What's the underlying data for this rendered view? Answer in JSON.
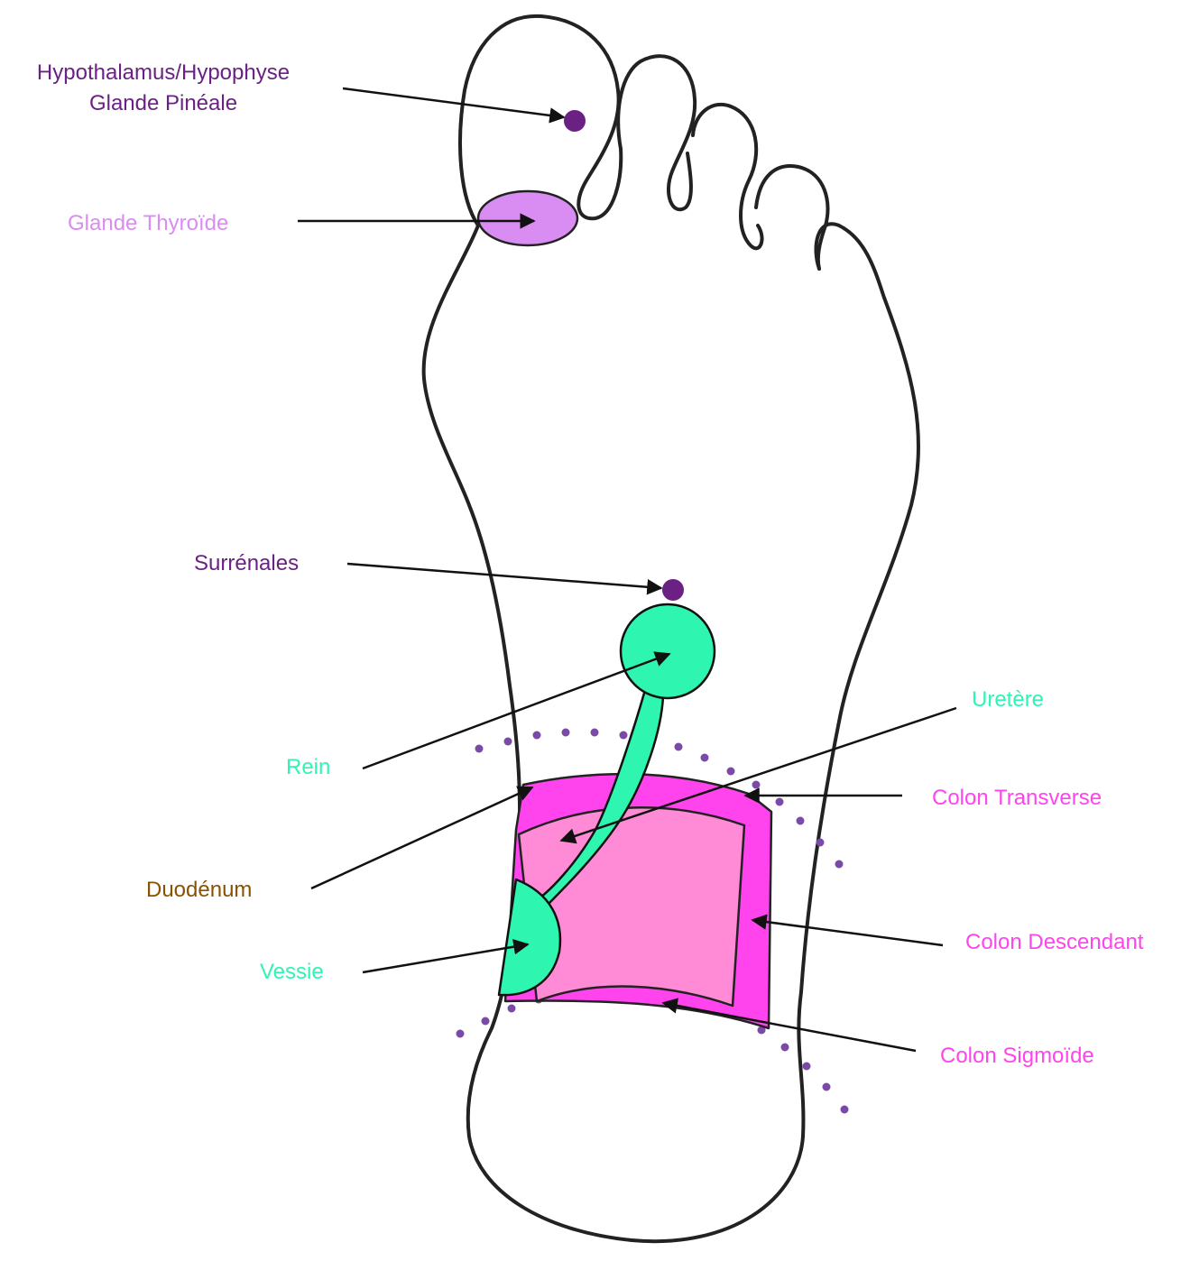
{
  "labels": {
    "hypothalamus_line1": "Hypothalamus/Hypophyse",
    "hypothalamus_line2": "Glande Pinéale",
    "thyroide": "Glande Thyroïde",
    "surrenales": "Surrénales",
    "rein": "Rein",
    "uretere": "Uretère",
    "colon_transverse": "Colon Transverse",
    "duodenum": "Duodénum",
    "colon_descendant": "Colon Descendant",
    "vessie": "Vessie",
    "colon_sigmoide": "Colon Sigmoïde"
  },
  "colors": {
    "outline": "#222222",
    "purple_dark": "#6b2183",
    "thyroid": "#d98cf2",
    "urinary": "#2ef5b0",
    "colon": "#ff44ee",
    "colon_inner": "#ff8bd6",
    "duodenum_text": "#8a5200",
    "dotted": "#7a4aa6"
  }
}
